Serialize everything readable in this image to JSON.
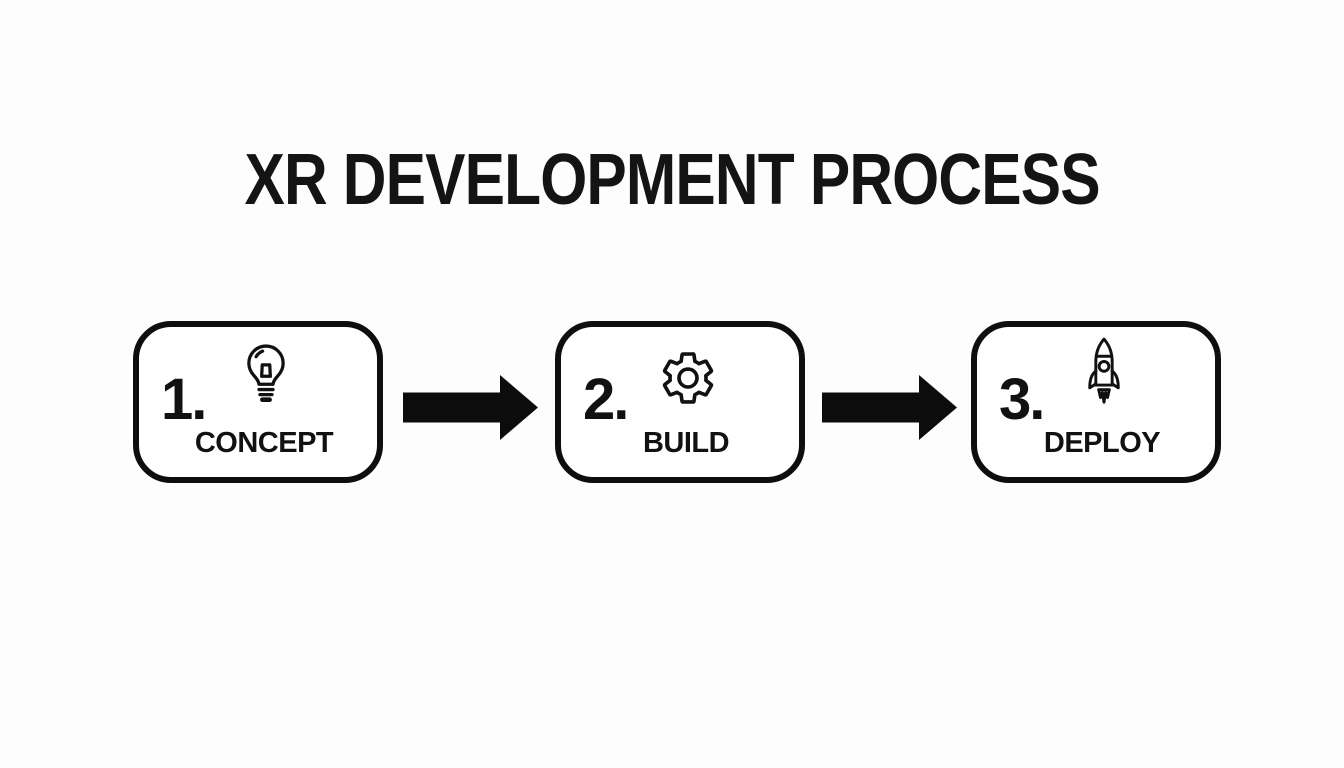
{
  "title": "XR DEVELOPMENT PROCESS",
  "steps": [
    {
      "number": "1.",
      "label": "CONCEPT",
      "icon": "lightbulb-icon"
    },
    {
      "number": "2.",
      "label": "BUILD",
      "icon": "gear-icon"
    },
    {
      "number": "3.",
      "label": "DEPLOY",
      "icon": "rocket-icon"
    }
  ],
  "connectors": [
    {
      "type": "arrow-right"
    },
    {
      "type": "arrow-right"
    }
  ],
  "colors": {
    "background": "#FDFDFD",
    "card_fill": "#FFFFFF",
    "card_border": "#0E0E0E",
    "ink": "#111111"
  }
}
